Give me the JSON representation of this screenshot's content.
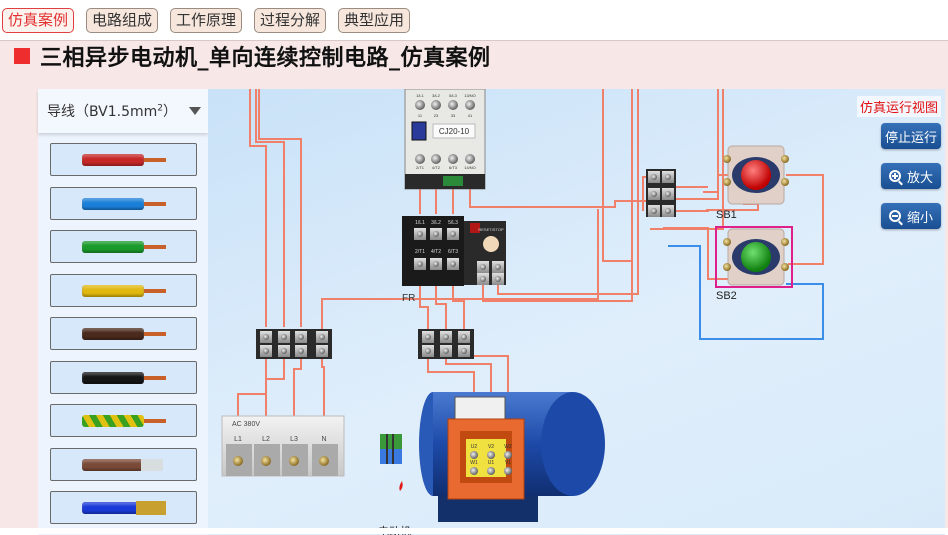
{
  "tabs": [
    {
      "label": "仿真案例",
      "active": true
    },
    {
      "label": "电路组成",
      "active": false
    },
    {
      "label": "工作原理",
      "active": false
    },
    {
      "label": "过程分解",
      "active": false
    },
    {
      "label": "典型应用",
      "active": false
    }
  ],
  "page_title": "三相异步电动机_单向连续控制电路_仿真案例",
  "sidebar": {
    "header_prefix": "导线（BV1.5mm",
    "header_sup": "2",
    "header_suffix": "）",
    "wires": [
      {
        "name": "red-wire",
        "color": "#c62828"
      },
      {
        "name": "blue-wire",
        "color": "#1a7fd8"
      },
      {
        "name": "green-wire",
        "color": "#1a9a2a"
      },
      {
        "name": "yellow-wire",
        "color": "#e0b810"
      },
      {
        "name": "brown-wire",
        "color": "#4a2a1c"
      },
      {
        "name": "black-wire",
        "color": "#151515"
      },
      {
        "name": "yellow-green-wire",
        "color": "#3aa020"
      },
      {
        "name": "brown-wire-with-terminal",
        "color": "#7a4a38"
      },
      {
        "name": "blue-wire-with-terminal",
        "color": "#1a3ad8"
      }
    ]
  },
  "canvas": {
    "view_label": "仿真运行视图",
    "buttons": {
      "stop": "停止运行",
      "zoom_in": "放大",
      "zoom_out": "缩小"
    },
    "contactor_model": "CJ20-10",
    "contactor_top_terminals": [
      "1/L1",
      "3/L2",
      "5/L3",
      "13/NO"
    ],
    "contactor_top_numbers": [
      "11",
      "23",
      "33",
      "41"
    ],
    "contactor_bottom_terminals": [
      "2/T1",
      "4/T2",
      "6/T3",
      "14/NO"
    ],
    "overload_top_terminals": [
      "1/L1",
      "3/L2",
      "5/L3"
    ],
    "overload_bottom_terminals": [
      "2/T1",
      "4/T2",
      "6/T3"
    ],
    "overload_reset_label": "RESET/STOP",
    "fr_label": "FR",
    "sb1_label": "SB1",
    "sb2_label": "SB2",
    "power_label": "AC 380V",
    "power_terminals": [
      "L1",
      "L2",
      "L3",
      "N"
    ],
    "motor_terminals_top": [
      "U2",
      "V2",
      "W2"
    ],
    "motor_terminals_bottom": [
      "W1",
      "U1",
      "V1"
    ],
    "motor_label": "电动机",
    "colors": {
      "wire_red": "#f0806a",
      "wire_blue": "#3a8ee8",
      "selected_border": "#e0208a"
    }
  }
}
